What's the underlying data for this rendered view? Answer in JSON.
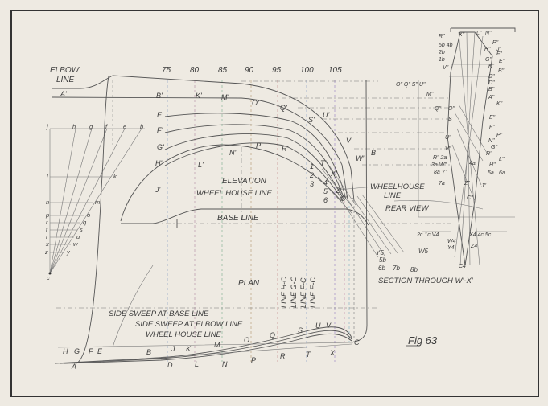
{
  "figure_label": "Fig 63",
  "views": {
    "elevation": "ELEVATION",
    "plan": "PLAN",
    "rear_view": "REAR VIEW",
    "section": "SECTION THROUGH W'-X'"
  },
  "lines": {
    "elbow_line": [
      "ELBOW",
      "LINE"
    ],
    "wheel_house_line_elevation": "WHEEL HOUSE LINE",
    "base_line": "BASE LINE",
    "wheelhouse_line_rear": [
      "WHEELHOUSE",
      "LINE"
    ],
    "side_sweep_base": "SIDE SWEEP AT BASE LINE",
    "side_sweep_elbow": "SIDE SWEEP AT ELBOW LINE",
    "wheel_house_line_plan": "WHEEL HOUSE LINE",
    "line_hc": "LINE H-C",
    "line_gc": "LINE G-C",
    "line_fc": "LINE F-C",
    "line_ec": "LINE E-C"
  },
  "stations": [
    "75",
    "80",
    "85",
    "90",
    "95",
    "100",
    "105"
  ],
  "elevation_points": [
    "A'",
    "B'",
    "K'",
    "M'",
    "O'",
    "Q'",
    "S'",
    "U'",
    "E'",
    "F'",
    "G'",
    "H'",
    "J'",
    "L'",
    "N'",
    "P'",
    "R'",
    "T'",
    "V'",
    "W'",
    "B",
    "1",
    "2",
    "3",
    "X'",
    "4",
    "5",
    "6",
    "Z'",
    "C'"
  ],
  "fan_points": [
    "j",
    "h",
    "g",
    "f",
    "e",
    "b",
    "l",
    "k",
    "n",
    "m",
    "p",
    "o",
    "r",
    "q",
    "t",
    "s",
    "t",
    "u",
    "x",
    "w",
    "z",
    "y",
    "c"
  ],
  "plan_points": [
    "H",
    "G",
    "F",
    "E",
    "A",
    "B",
    "D",
    "J",
    "K",
    "L",
    "M",
    "N",
    "O",
    "P",
    "Q",
    "R",
    "S",
    "T",
    "U",
    "V",
    "X",
    "C"
  ],
  "section_points": [
    "Y5",
    "W5",
    "5b",
    "6b",
    "7b",
    "8b"
  ],
  "rear_points": [
    "R\"",
    "X\"",
    "L\"",
    "N\"",
    "P\"",
    "5b 4b",
    "H\"",
    "J\"",
    "2b",
    "G\"",
    "F\"",
    "1b",
    "K\"",
    "E\"",
    "V\"",
    "D\"",
    "B\"",
    "O\" Q\" S\" U\"",
    "M\"",
    "D\"",
    "B\"",
    "A\"",
    "K\"",
    "Q\"",
    "O\"",
    "S",
    "E\"",
    "F\"",
    "P\"",
    "U\"",
    "N\"",
    "G\"",
    "V\"",
    "R\"",
    "L\"",
    "R\" 2a",
    "4a",
    "H\"",
    "3a W\"",
    "5a",
    "6a",
    "8a Y\"",
    "7a",
    "Z\"",
    "J\"",
    "C\"",
    "2c 1c V4",
    "X4 4c 5c",
    "W4",
    "Y4",
    "Z4",
    "C4"
  ]
}
